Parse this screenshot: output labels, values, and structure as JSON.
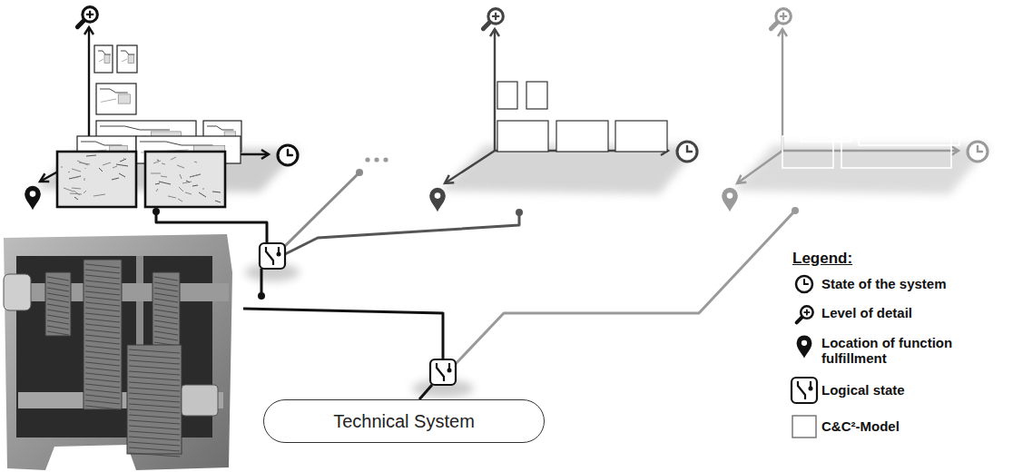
{
  "diagram": {
    "nodes": [
      {
        "text": [
          "Technical System"
        ]
      }
    ],
    "labels": [
      "Legend:"
    ],
    "legend": [
      {
        "text": "State of the system"
      },
      {
        "text": "Level of detail"
      },
      {
        "text": "Location of function fulfillment"
      },
      {
        "text": "Logical state"
      },
      {
        "text": "C&C²-Model"
      }
    ]
  }
}
